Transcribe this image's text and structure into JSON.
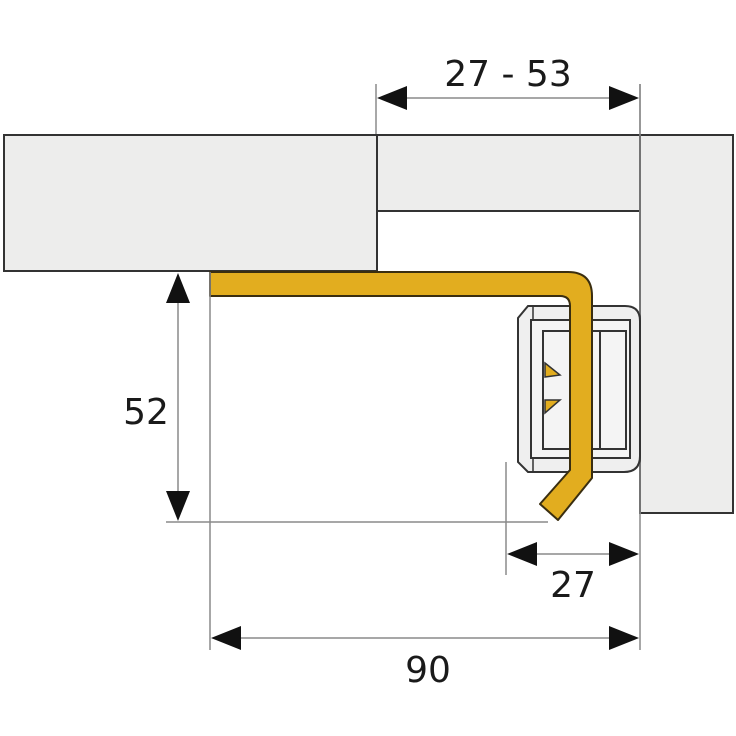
{
  "diagram": {
    "type": "technical-dimension-drawing",
    "units": "mm",
    "colors": {
      "panel_fill": "#ededec",
      "outline": "#333333",
      "bracket": "#e2ad1f",
      "dimension_line": "#8a8a8a",
      "arrow": "#111111",
      "background": "#ffffff"
    },
    "dimensions": {
      "top_range": "27 - 53",
      "height": "52",
      "clip_width": "27",
      "total_width": "90"
    },
    "components": [
      {
        "name": "left-top-panel",
        "label": ""
      },
      {
        "name": "right-top-panel",
        "label": ""
      },
      {
        "name": "right-vertical-panel",
        "label": ""
      },
      {
        "name": "l-bracket",
        "label": ""
      },
      {
        "name": "mounting-clip",
        "label": ""
      }
    ]
  }
}
